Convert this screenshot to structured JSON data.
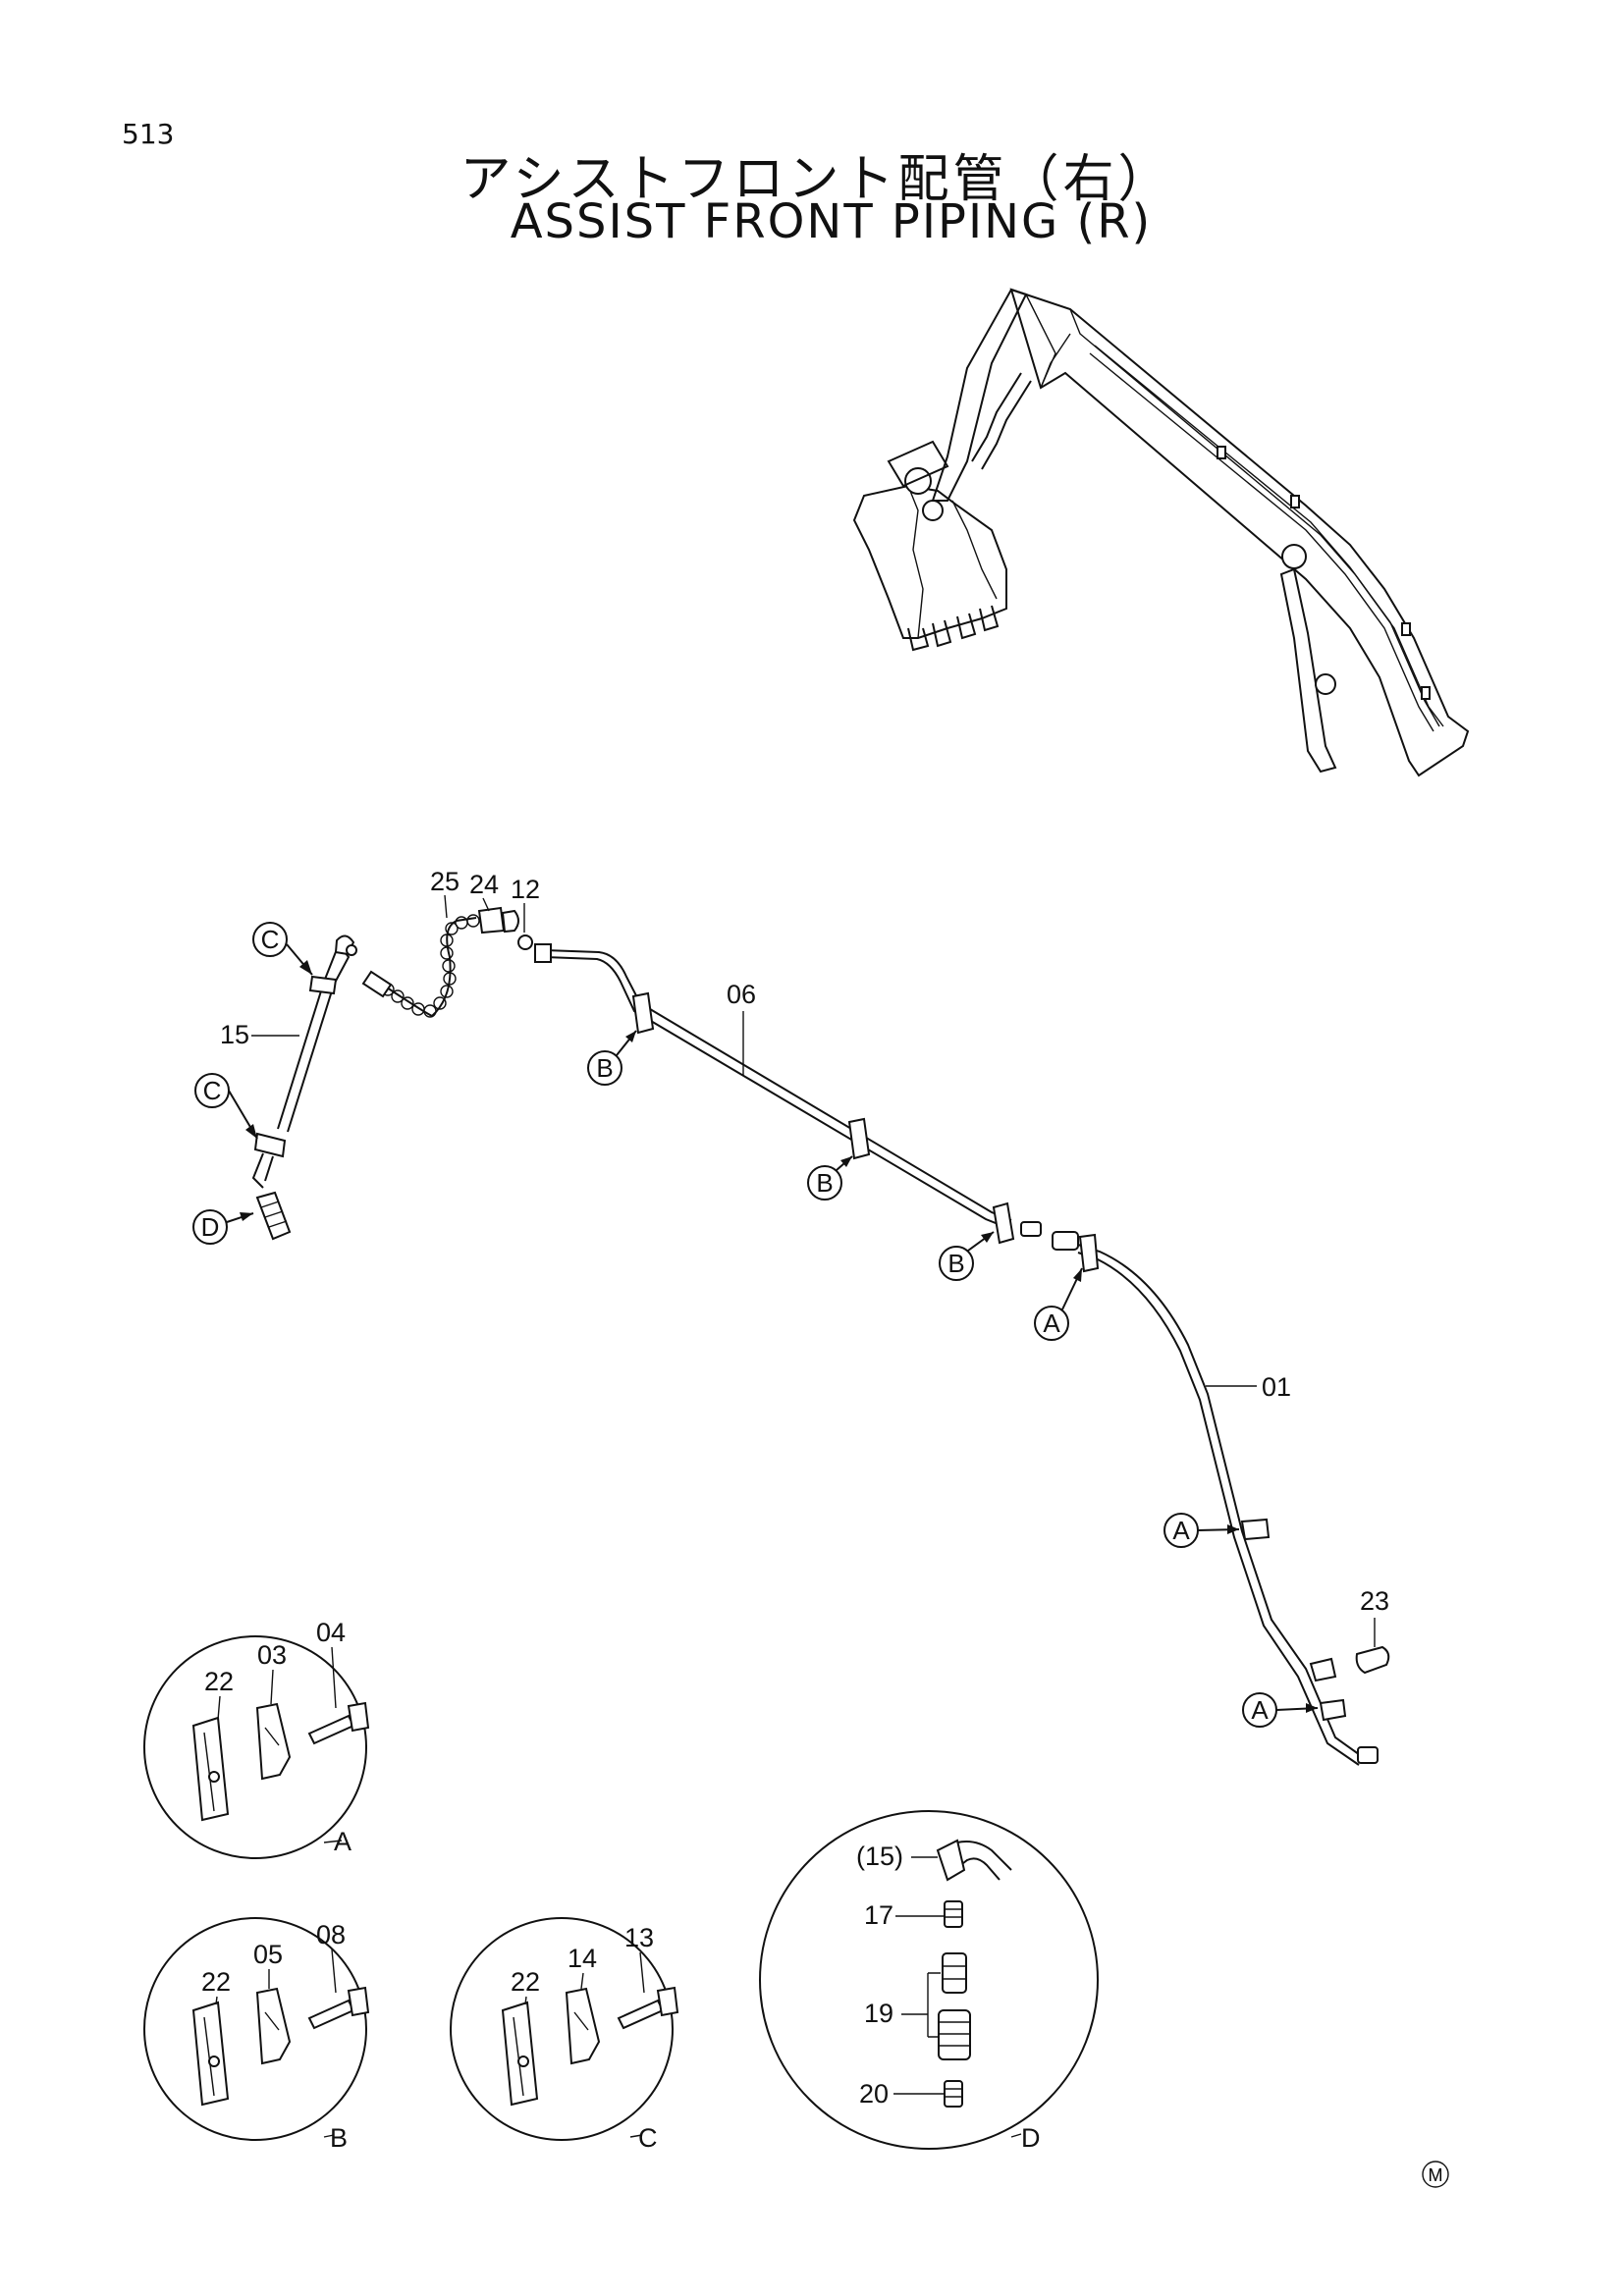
{
  "page_number": "513",
  "title_ja": "アシストフロント配管（右）",
  "title_en": "ASSIST FRONT PIPING (R)",
  "part_labels": {
    "p01": "01",
    "p03": "03",
    "p04": "04",
    "p05": "05",
    "p06": "06",
    "p08": "08",
    "p12": "12",
    "p13": "13",
    "p14": "14",
    "p15": "15",
    "p15ref": "(15)",
    "p17": "17",
    "p19": "19",
    "p20": "20",
    "p22a": "22",
    "p22b": "22",
    "p22c": "22",
    "p23": "23",
    "p24": "24",
    "p25": "25"
  },
  "callouts": {
    "c1": "C",
    "c2": "C",
    "d1": "D",
    "b1": "B",
    "b2": "B",
    "b3": "B",
    "a1": "A",
    "a2": "A",
    "a3": "A"
  },
  "detail_labels": {
    "a": "A",
    "b": "B",
    "c": "C",
    "d": "D"
  },
  "mark": "M"
}
